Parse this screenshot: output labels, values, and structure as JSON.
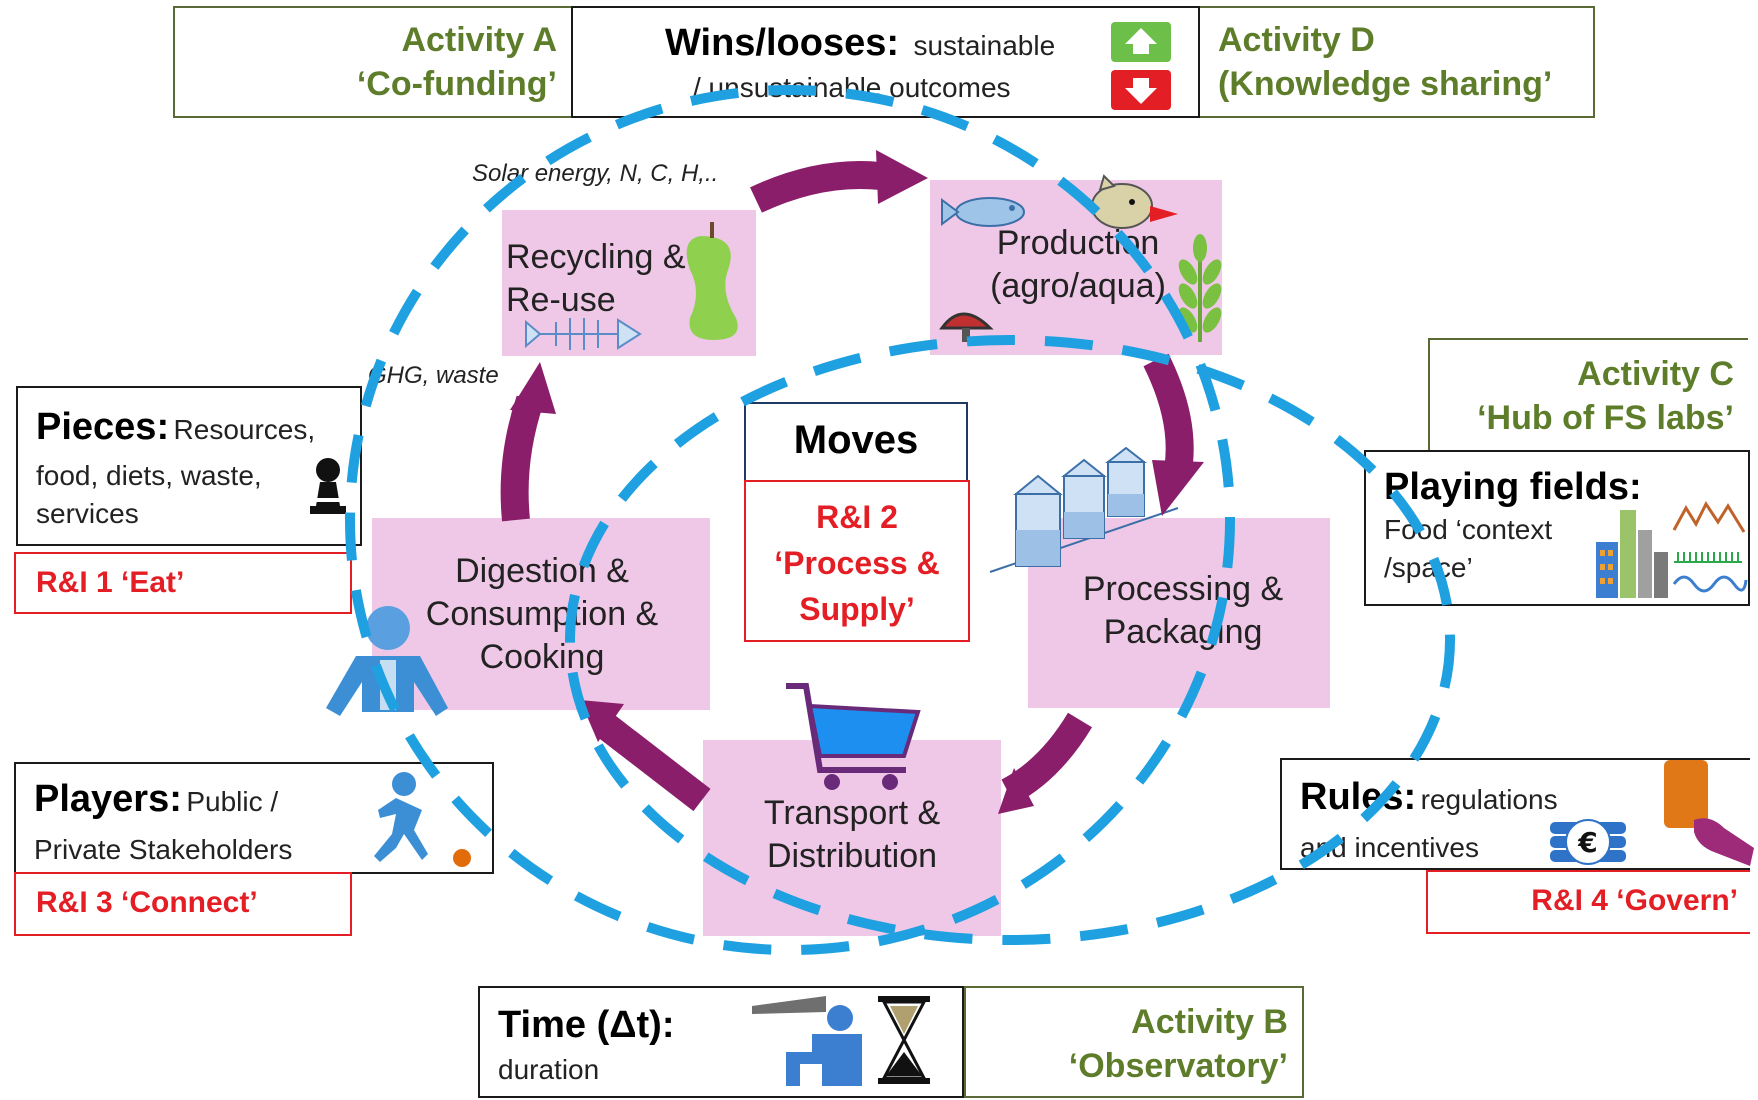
{
  "activities": {
    "a_title": "Activity A",
    "a_sub": "‘Co-funding’",
    "b_title": "Activity B",
    "b_sub": "‘Observatory’",
    "c_title": "Activity C",
    "c_sub": "‘Hub of FS labs’",
    "d_title": "Activity D",
    "d_sub": "(Knowledge sharing’"
  },
  "wins": {
    "label": "Wins/looses:",
    "text1": "sustainable",
    "text2": "/ unsustainable outcomes"
  },
  "pieces": {
    "label": "Pieces:",
    "text1": "Resources,",
    "text2": "food, diets, waste,",
    "text3": "services"
  },
  "players": {
    "label": "Players:",
    "text1": "Public /",
    "text2": "Private Stakeholders"
  },
  "playing_fields": {
    "label": "Playing fields:",
    "text1": "Food ‘context",
    "text2": "/space’"
  },
  "rules": {
    "label": "Rules:",
    "text1": "regulations",
    "text2": "and incentives"
  },
  "time": {
    "label": "Time (Δt):",
    "text1": "duration"
  },
  "moves": {
    "label": "Moves"
  },
  "ri": {
    "eat": "R&I 1 ‘Eat’",
    "process1": "R&I 2",
    "process2": "‘Process &",
    "process3": "Supply’",
    "connect": "R&I 3 ‘Connect’",
    "govern": "R&I 4 ‘Govern’"
  },
  "stages": {
    "production1": "Production",
    "production2": "(agro/aqua)",
    "processing1": "Processing &",
    "processing2": "Packaging",
    "transport1": "Transport &",
    "transport2": "Distribution",
    "digestion1": "Digestion &",
    "digestion2": "Consumption &",
    "digestion3": "Cooking",
    "recycling1": "Recycling &",
    "recycling2": "Re-use"
  },
  "flows": {
    "inputs": "Solar energy, N, C, H,..",
    "outputs": "GHG, waste"
  },
  "icons": [
    "arrow-up-icon",
    "arrow-down-icon",
    "fish-icon",
    "bird-icon",
    "wheat-icon",
    "mushroom-icon",
    "cartons-icon",
    "cart-icon",
    "person-icon",
    "apple-core-icon",
    "fish-bone-icon",
    "pawn-icon",
    "runner-icon",
    "city-icon",
    "graph-icon",
    "coins-euro-icon",
    "card-hand-icon",
    "observer-icon",
    "hourglass-icon"
  ],
  "colors": {
    "cycle_arrow": "#8b1e6b",
    "stage_fill": "#efc8e7",
    "dashed_circle": "#1fa0e0",
    "activity_green": "#5e7d2a",
    "ri_red": "#e31e24",
    "up_green": "#6cc04a",
    "down_red": "#e31e24"
  }
}
